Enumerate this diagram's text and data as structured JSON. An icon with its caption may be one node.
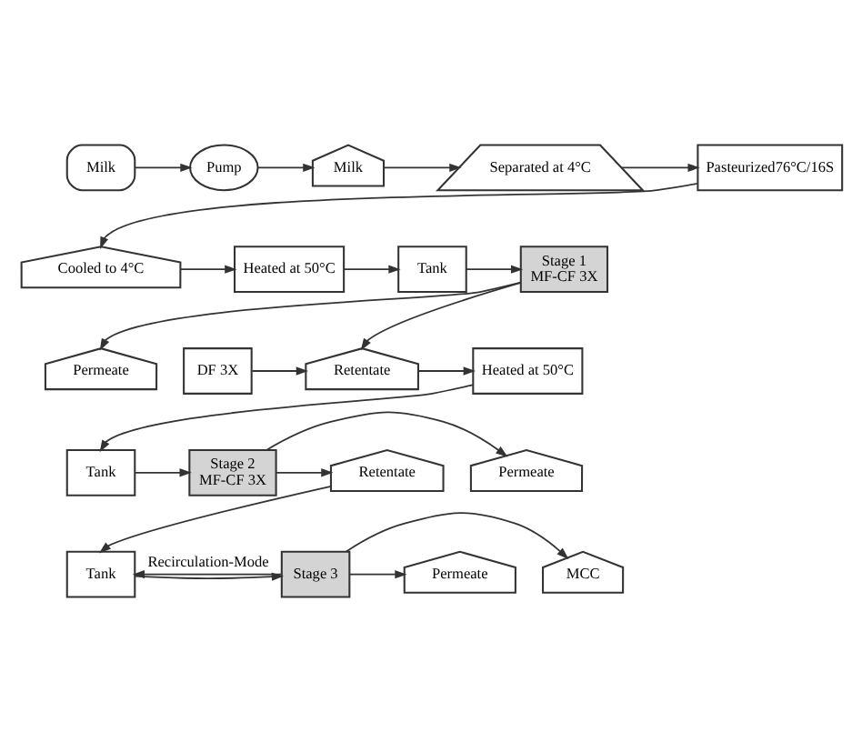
{
  "diagram": {
    "nodes": [
      {
        "text": [
          "Milk"
        ]
      },
      {
        "text": [
          "Pump"
        ]
      },
      {
        "text": [
          "Milk"
        ]
      },
      {
        "text": [
          "Separated at 4°C"
        ]
      },
      {
        "text": [
          "Pasteurized76°C/16S"
        ]
      },
      {
        "text": [
          "Cooled to 4°C"
        ]
      },
      {
        "text": [
          "Heated at 50°C"
        ]
      },
      {
        "text": [
          "Tank"
        ]
      },
      {
        "text": [
          "Stage 1",
          "MF-CF 3X"
        ]
      },
      {
        "text": [
          "Permeate"
        ]
      },
      {
        "text": [
          "DF 3X"
        ]
      },
      {
        "text": [
          "Retentate"
        ]
      },
      {
        "text": [
          "Heated at 50°C"
        ]
      },
      {
        "text": [
          "Tank"
        ]
      },
      {
        "text": [
          "Stage 2",
          "MF-CF 3X"
        ]
      },
      {
        "text": [
          "Permeate"
        ]
      },
      {
        "text": [
          "Retentate"
        ]
      },
      {
        "text": [
          "Tank"
        ]
      },
      {
        "text": [
          "Stage 3"
        ]
      },
      {
        "text": [
          "Permeate"
        ]
      },
      {
        "text": [
          "MCC"
        ]
      }
    ],
    "edges": [
      {
        "from": 0,
        "to": 1,
        "arrow": "to"
      },
      {
        "from": 1,
        "to": 2,
        "arrow": "to"
      },
      {
        "from": 2,
        "to": 3,
        "arrow": "to"
      },
      {
        "from": 3,
        "to": 4,
        "arrow": "to"
      },
      {
        "from": 4,
        "to": 5,
        "arrow": "to"
      },
      {
        "from": 5,
        "to": 6,
        "arrow": "to"
      },
      {
        "from": 6,
        "to": 7,
        "arrow": "to"
      },
      {
        "from": 7,
        "to": 8,
        "arrow": "to"
      },
      {
        "from": 8,
        "to": 9,
        "arrow": "to"
      },
      {
        "from": 8,
        "to": 11,
        "arrow": "to"
      },
      {
        "from": 10,
        "to": 11,
        "arrow": "to"
      },
      {
        "from": 11,
        "to": 12,
        "arrow": "to"
      },
      {
        "from": 12,
        "to": 13,
        "arrow": "to"
      },
      {
        "from": 13,
        "to": 14,
        "arrow": "to"
      },
      {
        "from": 14,
        "to": 15,
        "arrow": "to"
      },
      {
        "from": 14,
        "to": 16,
        "arrow": "to"
      },
      {
        "from": 16,
        "to": 17,
        "arrow": "to"
      },
      {
        "from": 17,
        "to": 18,
        "arrow": "to"
      },
      {
        "from": 18,
        "to": 19,
        "arrow": "to"
      },
      {
        "from": 18,
        "to": 20,
        "arrow": "to"
      },
      {
        "from": 18,
        "to": 17,
        "arrow": "to",
        "label": "Recirculation-Mode"
      }
    ]
  }
}
